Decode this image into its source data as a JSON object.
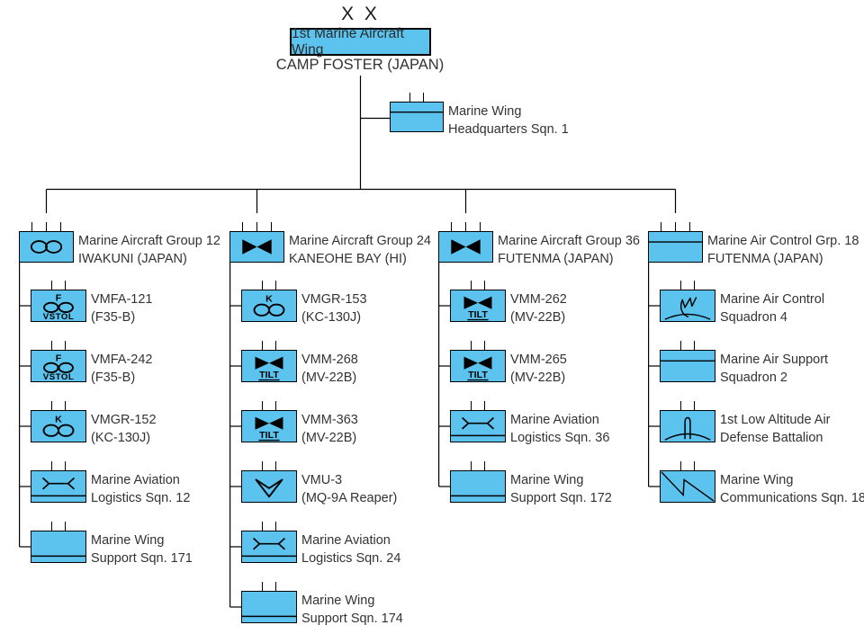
{
  "colors": {
    "node_fill": "#5CC3EE",
    "line": "#000000",
    "text": "#333333"
  },
  "header": {
    "echelon": "X X",
    "title": "1st Marine Aircraft Wing",
    "location": "CAMP FOSTER (JAPAN)"
  },
  "hq_unit": {
    "line1": "Marine Wing",
    "line2": "Headquarters Sqn. 1",
    "symbol": "hq-band",
    "echelon": 2
  },
  "symbol_text": {
    "fixed-wing-f-vstol": {
      "top": "F",
      "bottom": "VSTOL"
    },
    "fixed-wing-k": {
      "top": "K"
    },
    "tiltrotor-tilt": {
      "bottom": "TILT"
    }
  },
  "groups": [
    {
      "line1": "Marine Aircraft Group 12",
      "line2": "IWAKUNI (JAPAN)",
      "symbol": "fixed-wing",
      "echelon": 3,
      "children": [
        {
          "line1": "VMFA-121",
          "line2": "(F35-B)",
          "symbol": "fixed-wing-f-vstol"
        },
        {
          "line1": "VMFA-242",
          "line2": "(F35-B)",
          "symbol": "fixed-wing-f-vstol"
        },
        {
          "line1": "VMGR-152",
          "line2": "(KC-130J)",
          "symbol": "fixed-wing-k"
        },
        {
          "line1": "Marine Aviation",
          "line2": "Logistics Sqn. 12",
          "symbol": "maintenance"
        },
        {
          "line1": "Marine Wing",
          "line2": "Support Sqn. 171",
          "symbol": "support"
        }
      ]
    },
    {
      "line1": "Marine Aircraft Group 24",
      "line2": "KANEOHE BAY (HI)",
      "symbol": "tiltrotor",
      "echelon": 3,
      "children": [
        {
          "line1": "VMGR-153",
          "line2": "(KC-130J)",
          "symbol": "fixed-wing-k"
        },
        {
          "line1": "VMM-268",
          "line2": "(MV-22B)",
          "symbol": "tiltrotor-tilt"
        },
        {
          "line1": "VMM-363",
          "line2": "(MV-22B)",
          "symbol": "tiltrotor-tilt"
        },
        {
          "line1": "VMU-3",
          "line2": "(MQ-9A Reaper)",
          "symbol": "uav"
        },
        {
          "line1": "Marine Aviation",
          "line2": "Logistics Sqn. 24",
          "symbol": "maintenance"
        },
        {
          "line1": "Marine Wing",
          "line2": "Support Sqn. 174",
          "symbol": "support"
        }
      ]
    },
    {
      "line1": "Marine Aircraft Group 36",
      "line2": "FUTENMA (JAPAN)",
      "symbol": "tiltrotor",
      "echelon": 3,
      "children": [
        {
          "line1": "VMM-262",
          "line2": "(MV-22B)",
          "symbol": "tiltrotor-tilt"
        },
        {
          "line1": "VMM-265",
          "line2": "(MV-22B)",
          "symbol": "tiltrotor-tilt"
        },
        {
          "line1": "Marine Aviation",
          "line2": "Logistics Sqn. 36",
          "symbol": "maintenance"
        },
        {
          "line1": "Marine Wing",
          "line2": "Support Sqn. 172",
          "symbol": "support"
        }
      ]
    },
    {
      "line1": "Marine Air Control Grp. 18",
      "line2": "FUTENMA (JAPAN)",
      "symbol": "hq-band",
      "echelon": 3,
      "children": [
        {
          "line1": "Marine Air Control",
          "line2": "Squadron 4",
          "symbol": "air-control"
        },
        {
          "line1": "Marine Air Support",
          "line2": "Squadron 2",
          "symbol": "hq-band"
        },
        {
          "line1": "1st Low Altitude Air",
          "line2": "Defense Battalion",
          "symbol": "air-defense"
        },
        {
          "line1": "Marine Wing",
          "line2": "Communications Sqn. 18",
          "symbol": "comms"
        }
      ]
    }
  ]
}
